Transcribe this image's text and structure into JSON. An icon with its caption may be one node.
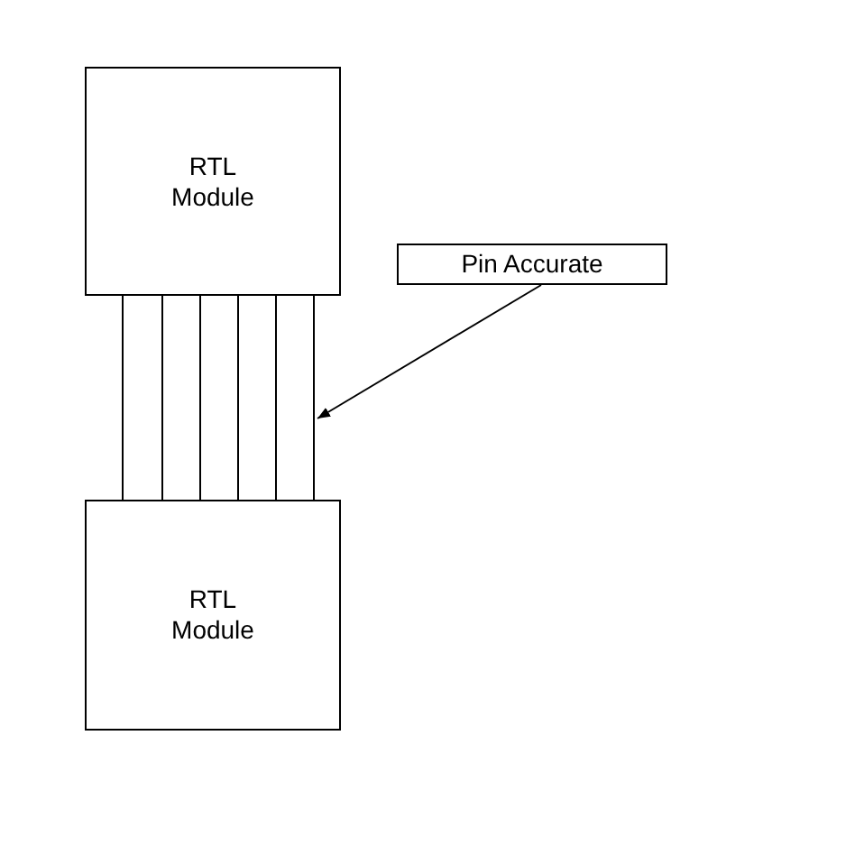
{
  "diagram": {
    "nodes": [
      {
        "text": [
          "RTL Module"
        ]
      },
      {
        "text": [
          "RTL Module"
        ]
      },
      {
        "text": [
          "Pin Accurate"
        ]
      }
    ],
    "edges": [
      {
        "from": 0,
        "to": 1,
        "arrow": "none"
      },
      {
        "from": 0,
        "to": 1,
        "arrow": "none"
      },
      {
        "from": 0,
        "to": 1,
        "arrow": "none"
      },
      {
        "from": 0,
        "to": 1,
        "arrow": "none"
      },
      {
        "from": 0,
        "to": 1,
        "arrow": "none"
      },
      {
        "from": 0,
        "to": 1,
        "arrow": "none"
      },
      {
        "from": 2,
        "to": null,
        "arrow": "to"
      }
    ]
  }
}
